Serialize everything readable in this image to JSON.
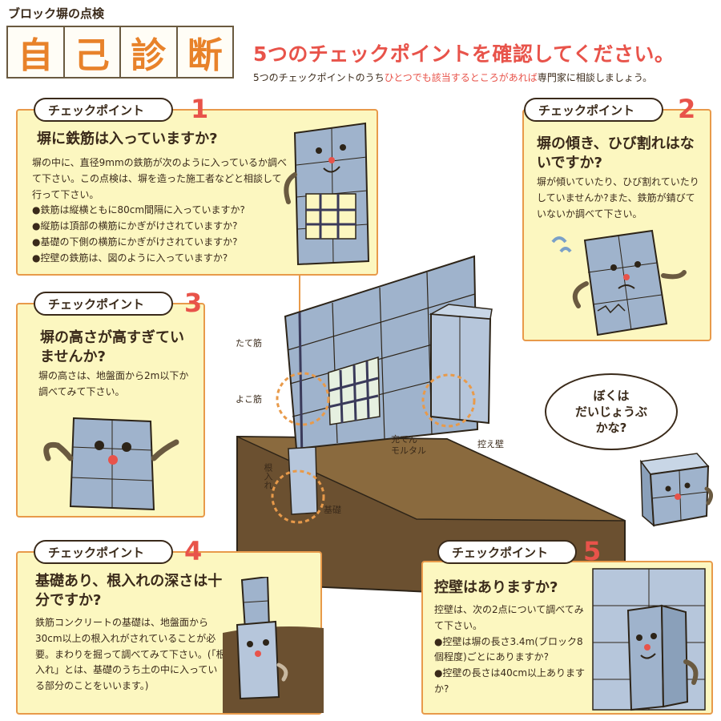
{
  "header": {
    "kicker": "ブロック塀の点検",
    "title_chars": [
      "自",
      "己",
      "診",
      "断"
    ],
    "headline": "5つのチェックポイントを確認してください。",
    "subline_pre": "5つのチェックポイントのうち",
    "subline_highlight": "ひとつでも該当するところがあれば",
    "subline_post": "専門家に相談しましょう。"
  },
  "colors": {
    "accent_orange": "#e8822a",
    "accent_red": "#e8534a",
    "card_fill": "#fcf7c0",
    "card_border": "#e89a4a",
    "block_blue": "#9fb3cc",
    "soil_brown": "#6b5030"
  },
  "checkpoint_label": "チェックポイント",
  "checkpoints": [
    {
      "number": "1",
      "question": "塀に鉄筋は入っていますか?",
      "body": "塀の中に、直径9mmの鉄筋が次のように入っているか調べて下さい。この点検は、塀を造った施工者などと相談して行って下さい。",
      "bullets": [
        "鉄筋は縦横ともに80cm間隔に入っていますか?",
        "縦筋は頂部の横筋にかぎがけされていますか?",
        "基礎の下側の横筋にかぎがけされていますか?",
        "控壁の鉄筋は、図のように入っていますか?"
      ]
    },
    {
      "number": "2",
      "question": "塀の傾き、ひび割れはないですか?",
      "body": "塀が傾いていたり、ひび割れていたりしていませんか?また、鉄筋が錆びていないか調べて下さい。",
      "bullets": []
    },
    {
      "number": "3",
      "question": "塀の高さが高すぎていませんか?",
      "body": "塀の高さは、地盤面から2m以下か調べてみて下さい。",
      "bullets": []
    },
    {
      "number": "4",
      "question": "基礎あり、根入れの深さは十分ですか?",
      "body": "鉄筋コンクリートの基礎は、地盤面から30cm以上の根入れがされていることが必要。まわりを掘って調べてみて下さい。(「根入れ」とは、基礎のうち土の中に入っている部分のことをいいます。)",
      "bullets": []
    },
    {
      "number": "5",
      "question": "控壁はありますか?",
      "body": "控壁は、次の2点について調べてみて下さい。",
      "bullets": [
        "控壁は塀の長さ3.4m(ブロック8個程度)ごとにありますか?",
        "控壁の長さは40cm以上ありますか?"
      ]
    }
  ],
  "bubble": {
    "text": "ぼくは\nだいじょうぶ\nかな?"
  },
  "diagram_labels": {
    "tatekin": "たて筋",
    "yokokin": "よこ筋",
    "mortar_line1": "充てん",
    "mortar_line2": "モルタル",
    "hikae": "控え壁",
    "neire": "根入れ",
    "kiso": "基礎"
  }
}
